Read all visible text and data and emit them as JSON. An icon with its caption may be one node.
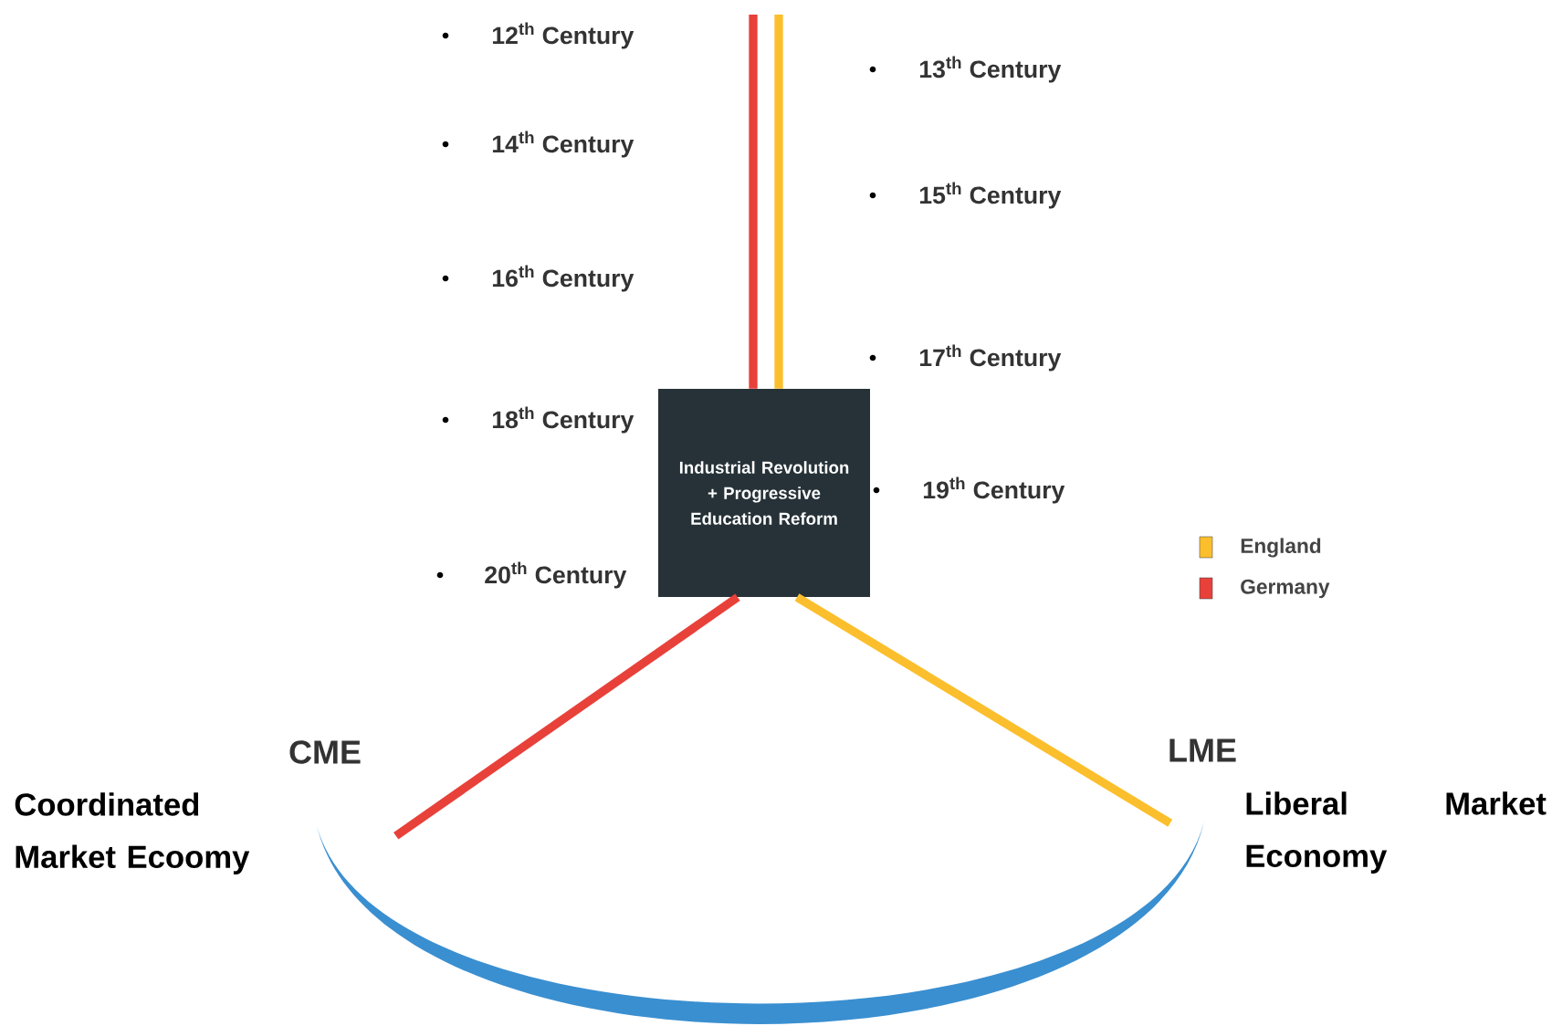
{
  "diagram": {
    "nodes": [
      {
        "text": [
          "Industrial Revolution + Progressive Education Reform"
        ]
      },
      {
        "text": [],
        "shape": "band"
      }
    ],
    "edges": [
      {
        "from": null,
        "to": 0,
        "arrow": "none",
        "color": "#e8413a"
      },
      {
        "from": null,
        "to": 0,
        "arrow": "none",
        "color": "#fbbf2d"
      },
      {
        "from": 0,
        "to": 1,
        "arrow": "none",
        "color": "#e8413a"
      },
      {
        "from": 0,
        "to": 1,
        "arrow": "none",
        "color": "#fbbf2d"
      }
    ],
    "labels": [
      "12$^{th}$ Century",
      "13$^{th}$ Century",
      "14$^{th}$ Century",
      "15$^{th}$ Century",
      "16$^{th}$ Century",
      "17$^{th}$ Century",
      "18$^{th}$ Century",
      "19$^{th}$ Century",
      "20$^{th}$ Century",
      "CME",
      "LME",
      "Coordinated Market Ecoomy",
      "Liberal Market Economy"
    ],
    "legend": [
      {
        "text": "England",
        "color": "#fbbf2d"
      },
      {
        "text": "Germany",
        "color": "#e8413a"
      }
    ]
  }
}
